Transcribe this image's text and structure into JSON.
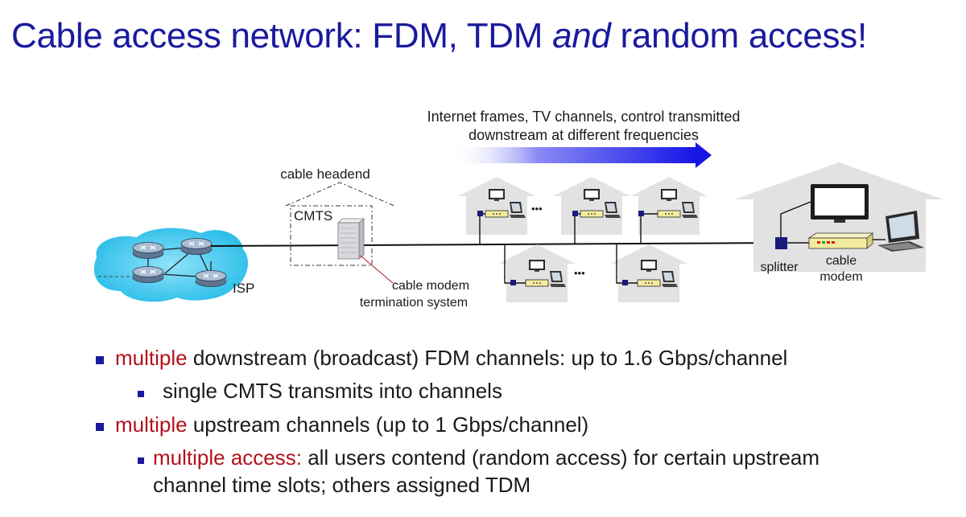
{
  "title": {
    "part1": "Cable access network: FDM, TDM ",
    "italic": "and",
    "part2": " random access!"
  },
  "diagram": {
    "downstream_caption_line1": "Internet frames, TV channels, control  transmitted",
    "downstream_caption_line2": "downstream at different frequencies",
    "headend_label": "cable headend",
    "cmts_label": "CMTS",
    "isp_label": "ISP",
    "cmts_desc_line1": "cable modem",
    "cmts_desc_line2": "termination system",
    "splitter_label": "splitter",
    "modem_label_line1": "cable",
    "modem_label_line2": "modem",
    "ellipsis": "•••"
  },
  "bullets": [
    {
      "red": "multiple",
      "text": " downstream (broadcast) FDM channels: up to 1.6 Gbps/channel"
    },
    {
      "red": "",
      "text": "single CMTS transmits into channels"
    },
    {
      "red": "multiple",
      "text": " upstream channels (up to 1 Gbps/channel)"
    },
    {
      "red": "multiple access:",
      "text": " all users contend (random access) for certain upstream"
    },
    {
      "red": "",
      "text": "channel time slots; others assigned TDM"
    }
  ],
  "colors": {
    "title": "#1a1a9e",
    "accent_red": "#b3121b",
    "arrow_blue": "#1515e6",
    "isp_cloud": "#3ec7ee",
    "modem_yellow": "#f3ec9e"
  }
}
